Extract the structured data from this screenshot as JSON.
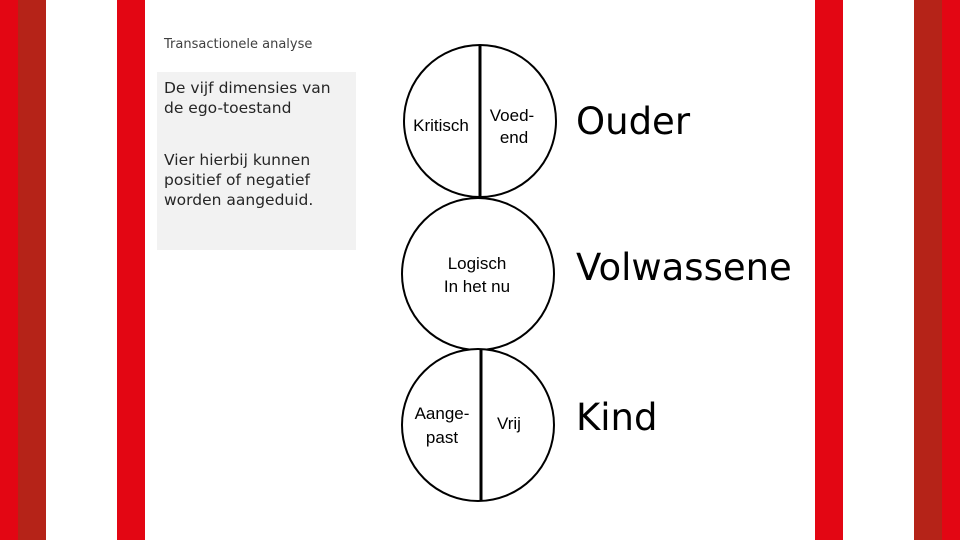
{
  "colors": {
    "accent_red": "#e30613",
    "dark_red": "#b52318",
    "circle_stroke": "#000000"
  },
  "slide": {
    "title": "Transactionele analyse",
    "note": {
      "paragraph1": "De vijf dimensies van\nde ego-toestand",
      "paragraph2": "Vier hierbij kunnen\npositief of negatief\nworden aangeduid."
    }
  },
  "diagram": {
    "ouder": {
      "left": "Kritisch",
      "right_line1": "Voed-",
      "right_line2": "end",
      "label": "Ouder"
    },
    "volwassene": {
      "line1": "Logisch",
      "line2": "In het nu",
      "label": "Volwassene"
    },
    "kind": {
      "left_line1": "Aange-",
      "left_line2": "past",
      "right": "Vrij",
      "label": "Kind"
    }
  }
}
